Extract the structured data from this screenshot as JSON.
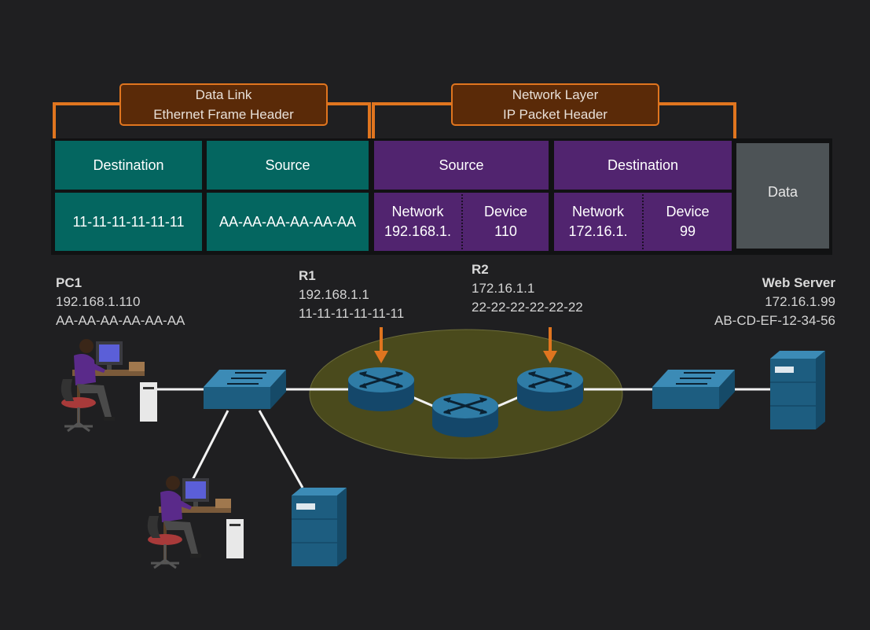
{
  "headers": {
    "datalink": {
      "line1": "Data Link",
      "line2": "Ethernet Frame Header"
    },
    "network": {
      "line1": "Network Layer",
      "line2": "IP Packet Header"
    }
  },
  "frame": {
    "eth_dest_label": "Destination",
    "eth_src_label": "Source",
    "eth_dest_value": "11-11-11-11-11-11",
    "eth_src_value": "AA-AA-AA-AA-AA-AA",
    "ip_src_label": "Source",
    "ip_dest_label": "Destination",
    "ip_src_network_label": "Network",
    "ip_src_network_value": "192.168.1.",
    "ip_src_device_label": "Device",
    "ip_src_device_value": "110",
    "ip_dest_network_label": "Network",
    "ip_dest_network_value": "172.16.1.",
    "ip_dest_device_label": "Device",
    "ip_dest_device_value": "99",
    "data_label": "Data"
  },
  "devices": {
    "pc1": {
      "name": "PC1",
      "ip": "192.168.1.110",
      "mac": "AA-AA-AA-AA-AA-AA"
    },
    "r1": {
      "name": "R1",
      "ip": "192.168.1.1",
      "mac": "11-11-11-11-11-11"
    },
    "r2": {
      "name": "R2",
      "ip": "172.16.1.1",
      "mac": "22-22-22-22-22-22"
    },
    "web": {
      "name": "Web Server",
      "ip": "172.16.1.99",
      "mac": "AB-CD-EF-12-34-56"
    }
  },
  "colors": {
    "orange": "#e0751f",
    "teal": "#046660",
    "purple": "#51246f",
    "grey": "#4d5356",
    "cloud": "#4a4a1c",
    "device_blue": "#1d5d80"
  },
  "icons": [
    "pc-user-icon",
    "switch-icon",
    "router-icon",
    "server-icon"
  ]
}
